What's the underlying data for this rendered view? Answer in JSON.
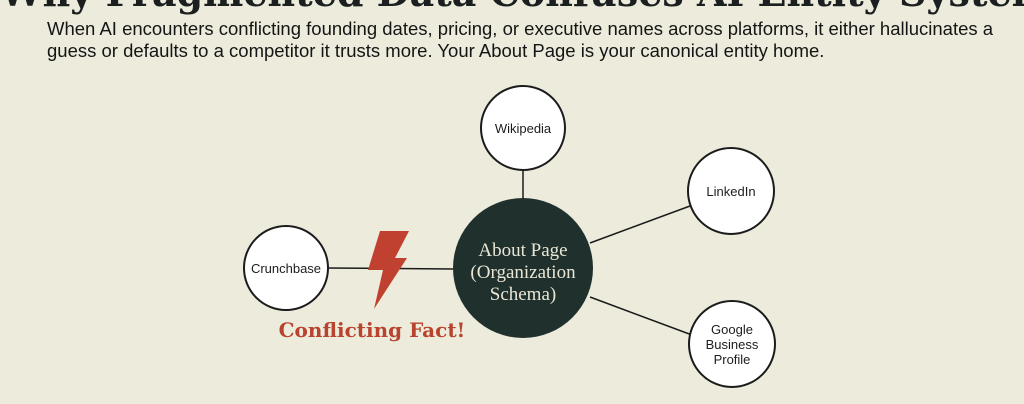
{
  "heading": {
    "title": "Why Fragmented Data Confuses AI Entity Systems"
  },
  "intro": {
    "text": "When AI encounters conflicting founding dates, pricing, or executive names across platforms, it either hallucinates a guess or defaults to a competitor it trusts more. Your About Page is your canonical entity home."
  },
  "diagram": {
    "hub": {
      "lines": [
        "About Page",
        "(Organization",
        "Schema)"
      ]
    },
    "nodes": [
      {
        "id": "wikipedia",
        "lines": [
          "Wikipedia"
        ]
      },
      {
        "id": "linkedin",
        "lines": [
          "LinkedIn"
        ]
      },
      {
        "id": "crunchbase",
        "lines": [
          "Crunchbase"
        ]
      },
      {
        "id": "google-business-profile",
        "lines": [
          "Google",
          "Business",
          "Profile"
        ]
      }
    ],
    "conflict": {
      "label": "Conflicting Fact!",
      "icon": "lightning-bolt-icon",
      "color": "#b8432f"
    },
    "colors": {
      "hub_fill": "#1f302d",
      "node_fill": "#ffffff",
      "stroke": "#1b1b1b"
    }
  }
}
